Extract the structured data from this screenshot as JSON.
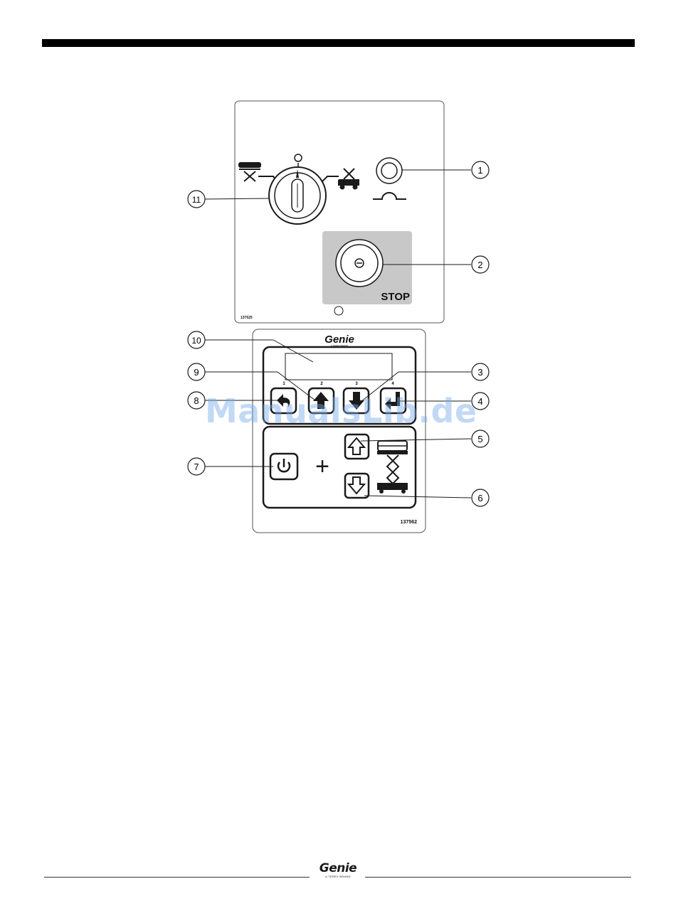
{
  "upper_panel": {
    "part_number": "137625",
    "stop_label": "STOP",
    "off_symbol": "O"
  },
  "keypad": {
    "brand": "Genie",
    "brand_tagline": "A TEREX BRAND",
    "part_number": "137562",
    "button_numbers": [
      "1",
      "2",
      "3",
      "4"
    ],
    "plus_symbol": "+"
  },
  "callouts": [
    "1",
    "2",
    "3",
    "4",
    "5",
    "6",
    "7",
    "8",
    "9",
    "10",
    "11"
  ],
  "footer": {
    "brand": "Genie",
    "brand_tagline": "A TEREX BRAND"
  },
  "watermark": "ManualsLib.de",
  "colors": {
    "stop_panel": "#c8c8c8",
    "line": "#1a1a1a",
    "watermark": "#78aaeb"
  }
}
